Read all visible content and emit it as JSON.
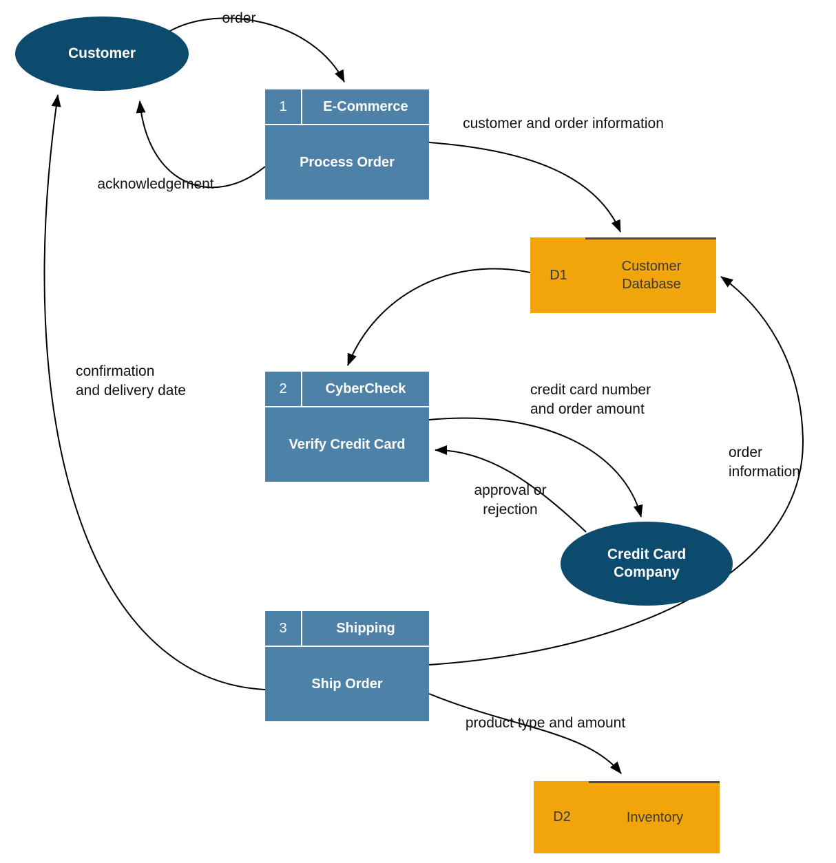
{
  "diagram": {
    "entities": {
      "customer": {
        "label": "Customer"
      },
      "credit_card_company": {
        "label": "Credit Card\nCompany"
      }
    },
    "processes": {
      "p1": {
        "number": "1",
        "system": "E-Commerce",
        "name": "Process Order"
      },
      "p2": {
        "number": "2",
        "system": "CyberCheck",
        "name": "Verify Credit Card"
      },
      "p3": {
        "number": "3",
        "system": "Shipping",
        "name": "Ship Order"
      }
    },
    "datastores": {
      "d1": {
        "id": "D1",
        "name": "Customer\nDatabase"
      },
      "d2": {
        "id": "D2",
        "name": "Inventory"
      }
    },
    "flow_labels": {
      "order": "order",
      "acknowledgement": "acknowledgement",
      "customer_order_info": "customer and order information",
      "confirmation": "confirmation\nand delivery date",
      "cc_number": "credit card number\nand order amount",
      "approval": "approval or\nrejection",
      "order_information": "order information",
      "product_type": "product type and amount"
    },
    "colors": {
      "entity_fill": "#0C4A6E",
      "process_fill": "#4E81A8",
      "datastore_fill": "#F2A50A",
      "arrow": "#000000"
    }
  }
}
